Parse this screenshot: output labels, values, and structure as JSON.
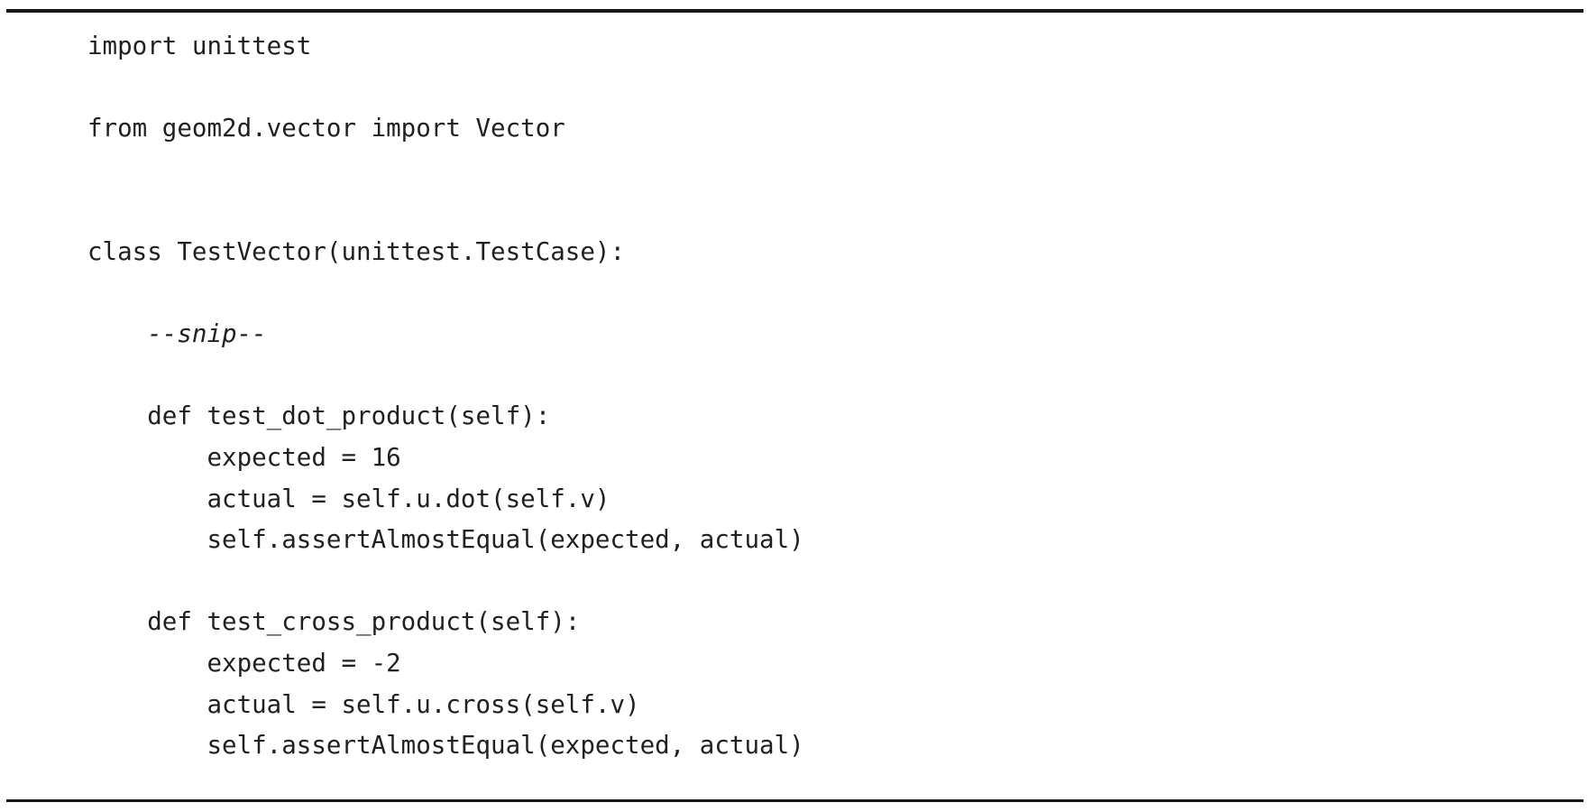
{
  "listing": {
    "lines": [
      "import unittest",
      "",
      "from geom2d.vector import Vector",
      "",
      "",
      "class TestVector(unittest.TestCase):",
      "",
      "    --snip--",
      "",
      "    def test_dot_product(self):",
      "        expected = 16",
      "        actual = self.u.dot(self.v)",
      "        self.assertAlmostEqual(expected, actual)",
      "",
      "    def test_cross_product(self):",
      "        expected = -2",
      "        actual = self.u.cross(self.v)",
      "        self.assertAlmostEqual(expected, actual)"
    ]
  },
  "colors": {
    "text": "#231f20",
    "rule": "#1b1718",
    "background": "#ffffff"
  }
}
